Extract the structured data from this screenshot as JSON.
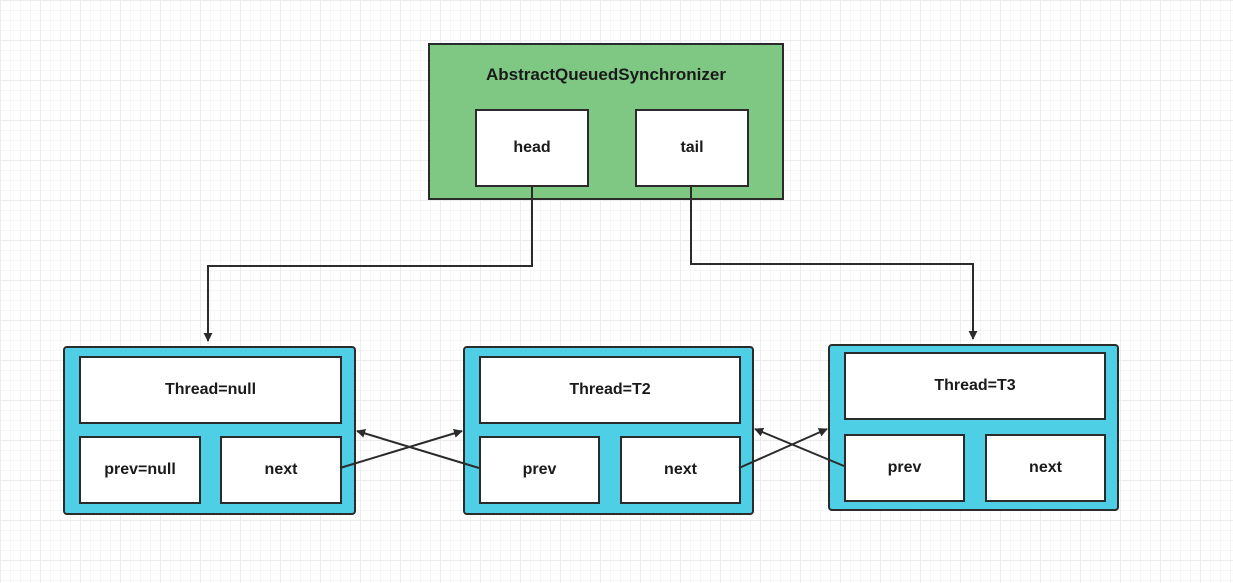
{
  "aqs": {
    "title": "AbstractQueuedSynchronizer",
    "head": "head",
    "tail": "tail",
    "fill": "#7ec883"
  },
  "nodes": [
    {
      "thread": "Thread=null",
      "prev": "prev=null",
      "next": "next"
    },
    {
      "thread": "Thread=T2",
      "prev": "prev",
      "next": "next"
    },
    {
      "thread": "Thread=T3",
      "prev": "prev",
      "next": "next"
    }
  ],
  "node_fill": "#4fcfe6"
}
